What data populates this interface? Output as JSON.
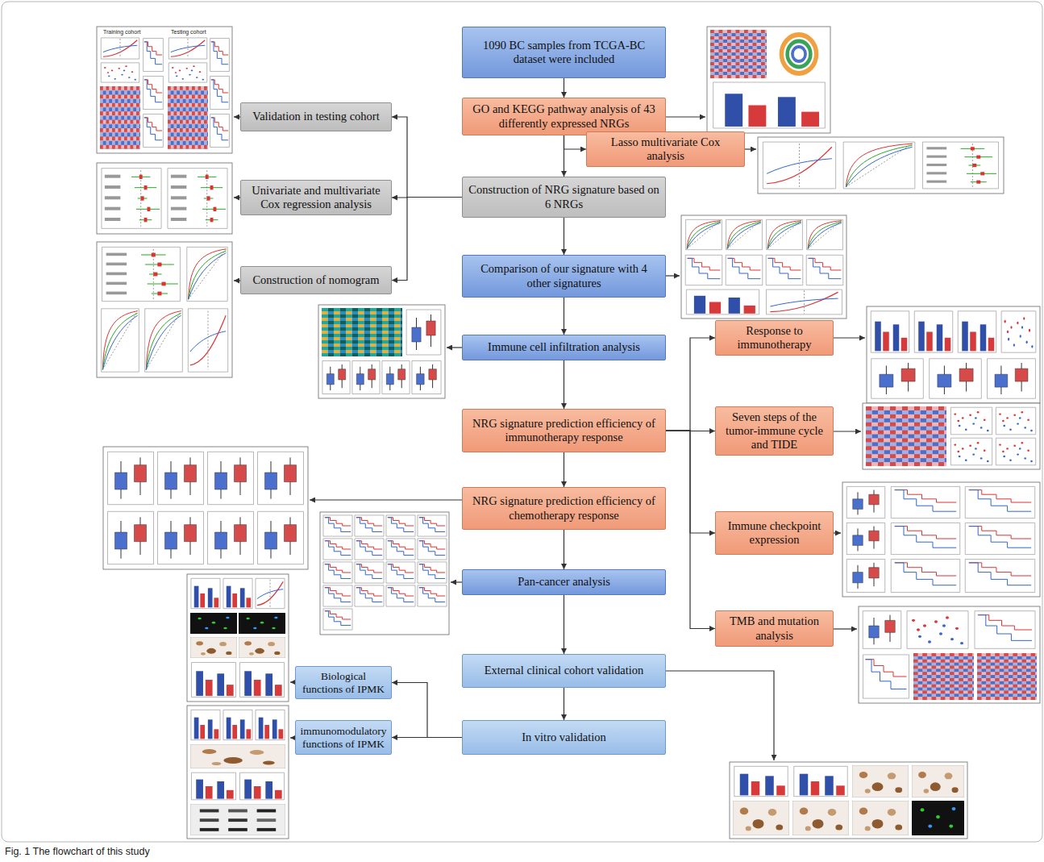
{
  "diagram": {
    "caption": "Fig. 1 The flowchart of this study",
    "nodes": [
      {
        "text": [
          "1090 BC samples from TCGA-BC dataset were included"
        ]
      },
      {
        "text": [
          "GO and KEGG pathway analysis of 43 differently expressed NRGs"
        ]
      },
      {
        "text": [
          "Lasso multivariate Cox analysis"
        ]
      },
      {
        "text": [
          "Construction of NRG signature based on 6 NRGs"
        ]
      },
      {
        "text": [
          "Validation in testing cohort"
        ]
      },
      {
        "text": [
          "Univariate and multivariate Cox regression analysis"
        ]
      },
      {
        "text": [
          "Construction of nomogram"
        ]
      },
      {
        "text": [
          "Comparison of our signature with 4 other signatures"
        ]
      },
      {
        "text": [
          "Immune cell infiltration analysis"
        ]
      },
      {
        "text": [
          "NRG signature prediction efficiency of immunotherapy response"
        ]
      },
      {
        "text": [
          "Response to immunotherapy"
        ]
      },
      {
        "text": [
          "Seven steps of the tumor-immune cycle and TIDE"
        ]
      },
      {
        "text": [
          "Immune checkpoint expression"
        ]
      },
      {
        "text": [
          "TMB and mutation analysis"
        ]
      },
      {
        "text": [
          "NRG signature prediction efficiency of chemotherapy response"
        ]
      },
      {
        "text": [
          "Pan-cancer analysis"
        ]
      },
      {
        "text": [
          "External clinical cohort validation"
        ]
      },
      {
        "text": [
          "Biological functions of IPMK"
        ]
      },
      {
        "text": [
          "In vitro validation"
        ]
      },
      {
        "text": [
          "immunomodulatory functions of IPMK"
        ]
      }
    ],
    "edges": [
      {
        "from": 0,
        "to": 1,
        "arrow": "to"
      },
      {
        "from": 1,
        "to": 2,
        "arrow": "to"
      },
      {
        "from": 1,
        "to": 3,
        "arrow": "to"
      },
      {
        "from": 3,
        "to": 4,
        "arrow": "to"
      },
      {
        "from": 3,
        "to": 5,
        "arrow": "to"
      },
      {
        "from": 3,
        "to": 6,
        "arrow": "to"
      },
      {
        "from": 3,
        "to": 7,
        "arrow": "to"
      },
      {
        "from": 7,
        "to": 8,
        "arrow": "to"
      },
      {
        "from": 8,
        "to": 9,
        "arrow": "to"
      },
      {
        "from": 9,
        "to": 10,
        "arrow": "to"
      },
      {
        "from": 9,
        "to": 11,
        "arrow": "to"
      },
      {
        "from": 9,
        "to": 12,
        "arrow": "to"
      },
      {
        "from": 9,
        "to": 13,
        "arrow": "to"
      },
      {
        "from": 9,
        "to": 14,
        "arrow": "to"
      },
      {
        "from": 14,
        "to": 15,
        "arrow": "to"
      },
      {
        "from": 15,
        "to": 16,
        "arrow": "to"
      },
      {
        "from": 16,
        "to": 18,
        "arrow": "to"
      },
      {
        "from": 18,
        "to": 17,
        "arrow": "to"
      },
      {
        "from": 18,
        "to": 19,
        "arrow": "to"
      }
    ],
    "labels": [
      "Training cohort",
      "Testing cohort"
    ]
  }
}
